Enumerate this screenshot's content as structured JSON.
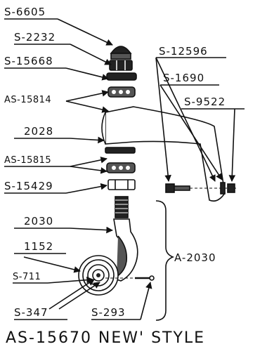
{
  "labels": {
    "s6605": "S-6605",
    "s2232": "S-2232",
    "s15668": "S-15668",
    "as15814": "AS-15814",
    "p2028": "2028",
    "as15815": "AS-15815",
    "s15429": "S-15429",
    "p2030": "2030",
    "p1152": "1152",
    "s711": "S-711",
    "s347": "S-347",
    "s293": "S-293",
    "s12596": "S-12596",
    "s1690": "S-1690",
    "s9522": "S-9522",
    "a2030": "A-2030"
  },
  "title": "AS-15670 NEW' STYLE"
}
